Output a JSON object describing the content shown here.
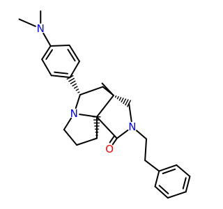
{
  "molecule": {
    "atom_colors": {
      "N": "#0000ff",
      "O": "#ff0000",
      "C": "#000000"
    },
    "atoms": [
      {
        "id": "a1",
        "element": "C"
      },
      {
        "id": "a2",
        "element": "N",
        "label": "N"
      },
      {
        "id": "a3",
        "element": "C"
      },
      {
        "id": "a4",
        "element": "C"
      },
      {
        "id": "a5",
        "element": "C"
      },
      {
        "id": "a6",
        "element": "C"
      },
      {
        "id": "a7",
        "element": "C"
      },
      {
        "id": "a8",
        "element": "C"
      },
      {
        "id": "a9",
        "element": "C"
      },
      {
        "id": "a10",
        "element": "C"
      },
      {
        "id": "a11",
        "element": "C"
      },
      {
        "id": "a12",
        "element": "N",
        "label": "N"
      },
      {
        "id": "a13",
        "element": "C"
      },
      {
        "id": "a14",
        "element": "C"
      },
      {
        "id": "a15",
        "element": "C"
      },
      {
        "id": "a16",
        "element": "C"
      },
      {
        "id": "a17",
        "element": "C"
      },
      {
        "id": "a18",
        "element": "C"
      },
      {
        "id": "a19",
        "element": "C"
      },
      {
        "id": "a20",
        "element": "N",
        "label": "N"
      },
      {
        "id": "a21",
        "element": "C"
      },
      {
        "id": "a22",
        "element": "O",
        "label": "O"
      },
      {
        "id": "a23",
        "element": "C"
      },
      {
        "id": "a24",
        "element": "C"
      },
      {
        "id": "a25",
        "element": "C"
      },
      {
        "id": "a26",
        "element": "C"
      },
      {
        "id": "a27",
        "element": "C"
      },
      {
        "id": "a28",
        "element": "C"
      },
      {
        "id": "a29",
        "element": "C"
      },
      {
        "id": "a30",
        "element": "C"
      }
    ],
    "bonds": [
      {
        "a": "a1",
        "b": "a2",
        "order": 1
      },
      {
        "a": "a2",
        "b": "a3",
        "order": 1
      },
      {
        "a": "a2",
        "b": "a4",
        "order": 1
      },
      {
        "a": "a4",
        "b": "a5",
        "order": 2
      },
      {
        "a": "a5",
        "b": "a6",
        "order": 1
      },
      {
        "a": "a6",
        "b": "a7",
        "order": 2
      },
      {
        "a": "a7",
        "b": "a8",
        "order": 1
      },
      {
        "a": "a8",
        "b": "a9",
        "order": 2
      },
      {
        "a": "a9",
        "b": "a4",
        "order": 1
      },
      {
        "a": "a7",
        "b": "a10",
        "order": 1,
        "stereo": "hash-to-a"
      },
      {
        "a": "a10",
        "b": "a11",
        "order": 1
      },
      {
        "a": "a10",
        "b": "a12",
        "order": 1
      },
      {
        "a": "a12",
        "b": "a13",
        "order": 1
      },
      {
        "a": "a13",
        "b": "a14",
        "order": 1
      },
      {
        "a": "a14",
        "b": "a15",
        "order": 1
      },
      {
        "a": "a15",
        "b": "a16",
        "order": 1
      },
      {
        "a": "a12",
        "b": "a16",
        "order": 1
      },
      {
        "a": "a11",
        "b": "a17",
        "order": 1
      },
      {
        "a": "a17",
        "b": "a16",
        "order": 1
      },
      {
        "a": "a17",
        "b": "a18",
        "order": 1
      },
      {
        "a": "a17",
        "b": "a19",
        "order": 1,
        "stereo": "hash-to-b"
      },
      {
        "a": "a19",
        "b": "a20",
        "order": 1
      },
      {
        "a": "a20",
        "b": "a21",
        "order": 1
      },
      {
        "a": "a21",
        "b": "a16",
        "order": 1
      },
      {
        "a": "a21",
        "b": "a22",
        "order": 2
      },
      {
        "a": "a16",
        "b": "a15",
        "order": 1,
        "stereo": "hash-to-a"
      },
      {
        "a": "a20",
        "b": "a23",
        "order": 1
      },
      {
        "a": "a23",
        "b": "a24",
        "order": 1
      },
      {
        "a": "a24",
        "b": "a25",
        "order": 1
      },
      {
        "a": "a25",
        "b": "a26",
        "order": 2
      },
      {
        "a": "a26",
        "b": "a27",
        "order": 1
      },
      {
        "a": "a27",
        "b": "a28",
        "order": 2
      },
      {
        "a": "a28",
        "b": "a29",
        "order": 1
      },
      {
        "a": "a29",
        "b": "a30",
        "order": 2
      },
      {
        "a": "a30",
        "b": "a25",
        "order": 1
      }
    ]
  }
}
